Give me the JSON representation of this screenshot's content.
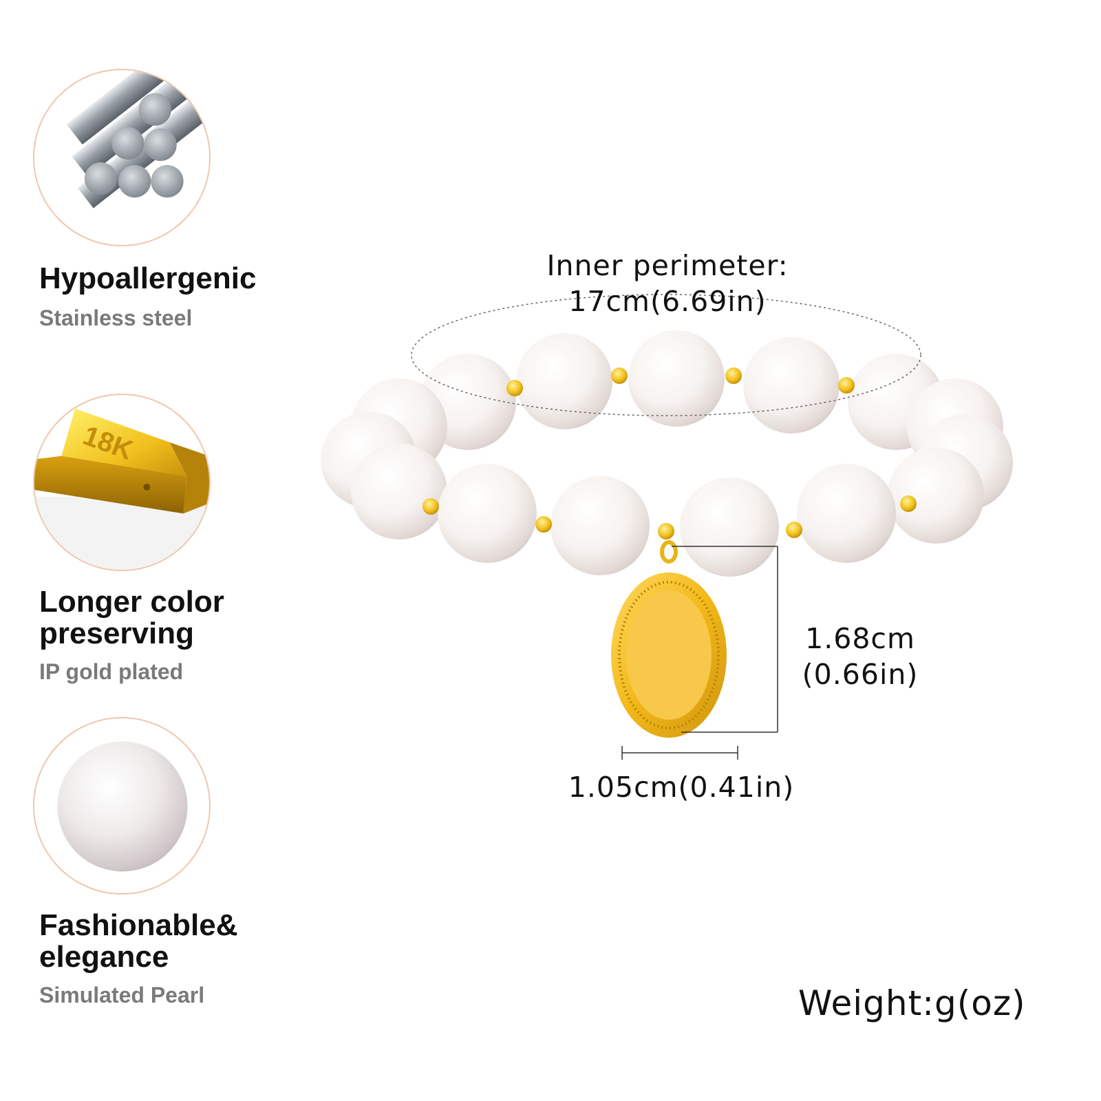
{
  "features": [
    {
      "icon": "steel-rods-icon",
      "title": "Hypoallergenic",
      "title_line2": "",
      "subtitle": "Stainless steel"
    },
    {
      "icon": "gold-bar-icon",
      "title": "Longer color",
      "title_line2": "preserving",
      "subtitle": "IP gold plated",
      "badge": "18K"
    },
    {
      "icon": "pearl-icon",
      "title": "Fashionable&",
      "title_line2": "elegance",
      "subtitle": "Simulated Pearl"
    }
  ],
  "dimensions": {
    "inner_perimeter_label": "Inner perimeter:",
    "inner_perimeter_value": "17cm(6.69in)",
    "pendant_height_cm": "1.68cm",
    "pendant_height_in": "(0.66in)",
    "pendant_width": "1.05cm(0.41in)"
  },
  "weight_label": "Weight:g(oz)",
  "colors": {
    "circle_border": "#f0c7ae",
    "gold": "#f2c01e",
    "pearl": "#f5f1ee",
    "subtitle_gray": "#7a7a7a"
  }
}
